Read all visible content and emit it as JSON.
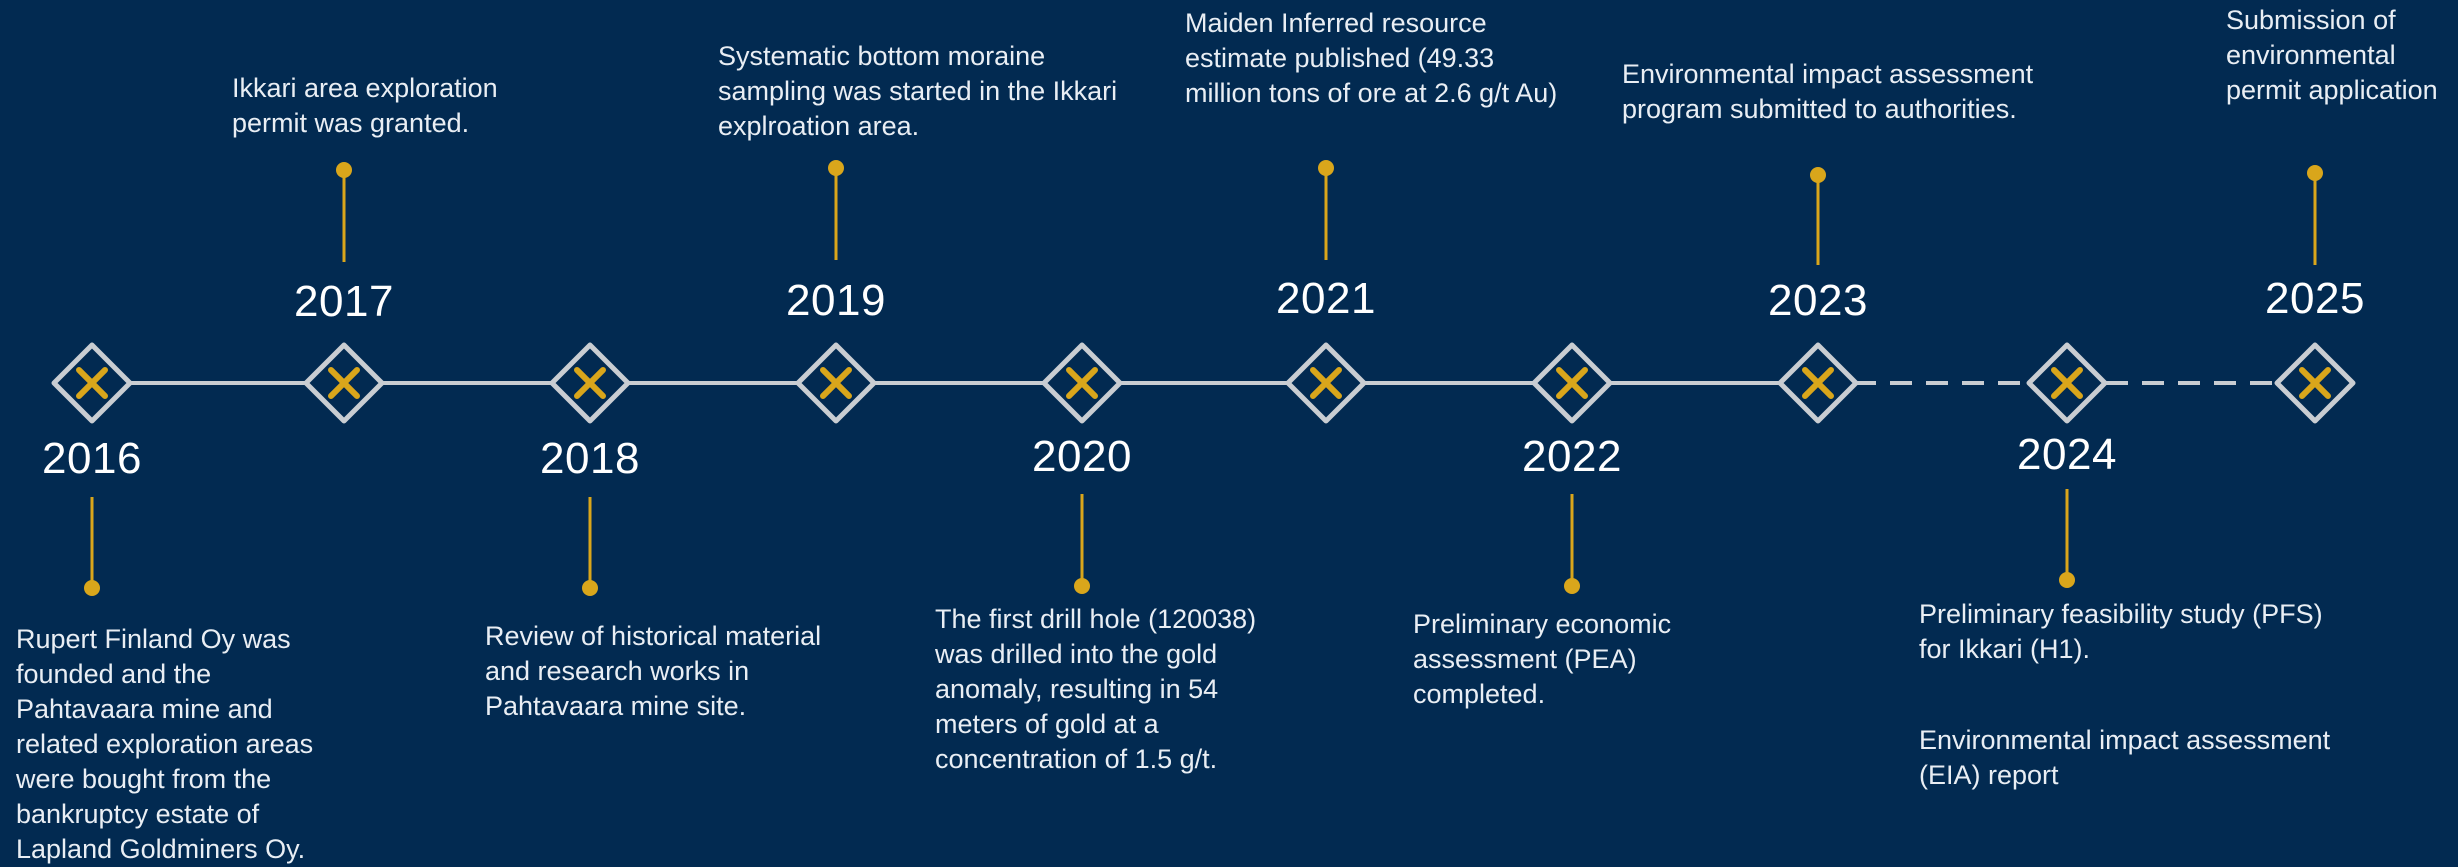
{
  "colors": {
    "background": "#022a51",
    "line": "#c9cdd2",
    "accent": "#d9a61b",
    "text": "#ffffff"
  },
  "milestones": [
    {
      "year": "2016",
      "lines": [
        "Rupert Finland Oy was founded and the Pahtavaara mine and related exploration areas were bought from the bankruptcy estate of Lapland Goldminers Oy."
      ]
    },
    {
      "year": "2017",
      "lines": [
        "Ikkari area exploration permit was granted."
      ]
    },
    {
      "year": "2018",
      "lines": [
        "Review of historical material and research works in Pahtavaara mine site."
      ]
    },
    {
      "year": "2019",
      "lines": [
        "Systematic bottom moraine sampling was started in the Ikkari explroation area."
      ]
    },
    {
      "year": "2020",
      "lines": [
        "The first drill hole (120038) was drilled into the gold anomaly, resulting in 54 meters of gold at a concentration of 1.5 g/t."
      ]
    },
    {
      "year": "2021",
      "lines": [
        "Maiden Inferred resource estimate published (49.33 million tons of ore at 2.6 g/t Au)"
      ]
    },
    {
      "year": "2022",
      "lines": [
        "Preliminary economic assessment (PEA) completed."
      ]
    },
    {
      "year": "2023",
      "lines": [
        "Environmental impact assessment program submitted to authorities."
      ]
    },
    {
      "year": "2024",
      "lines": [
        "Preliminary feasibility study (PFS) for Ikkari (H1).",
        "Environmental impact assessment (EIA) report"
      ]
    },
    {
      "year": "2025",
      "lines": [
        "Submission of environmental permit application"
      ]
    }
  ]
}
